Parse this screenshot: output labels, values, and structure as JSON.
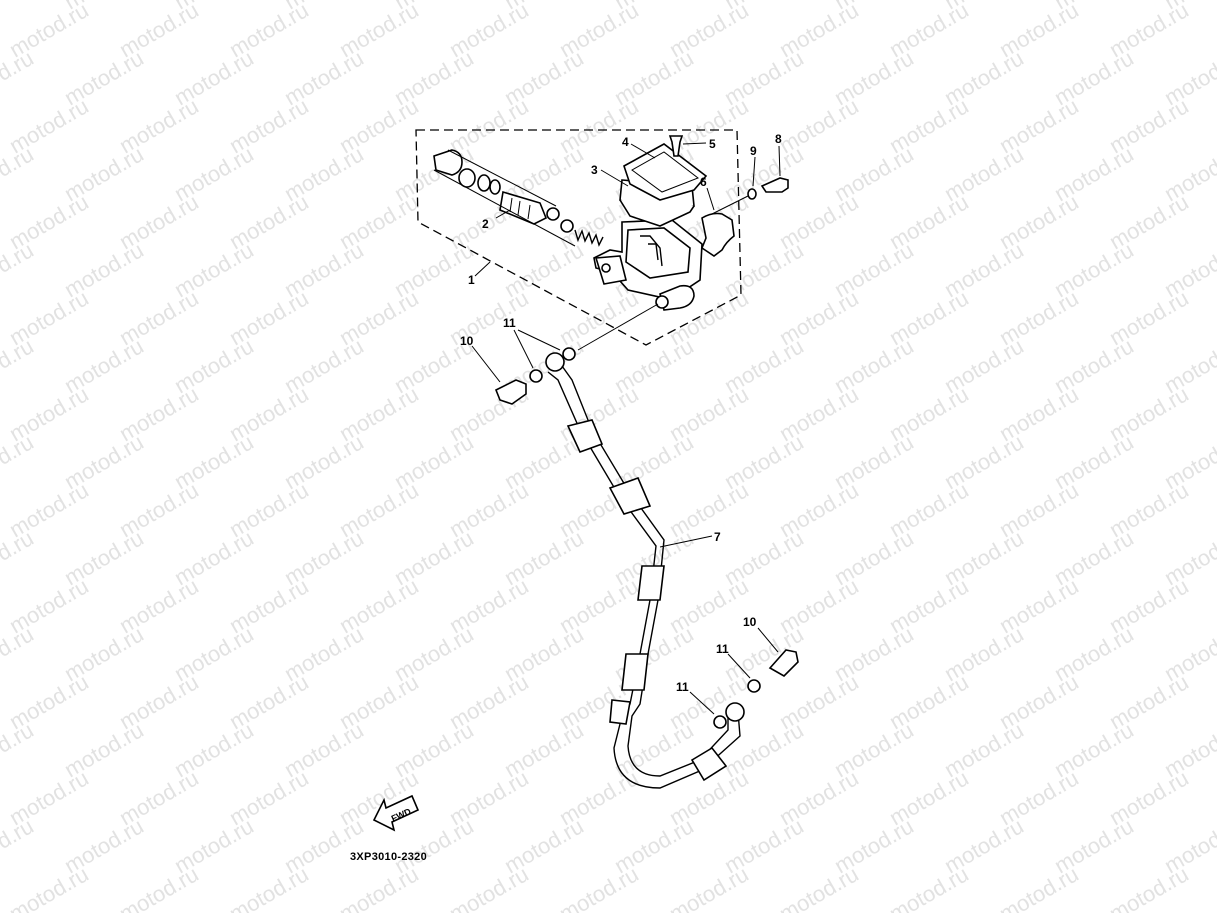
{
  "watermark": {
    "text": "motod.ru",
    "color": "#e2e2e2"
  },
  "diagram": {
    "code": "3XP3010-2320",
    "fwd_label": "FWD",
    "callouts": {
      "c1": "1",
      "c2": "2",
      "c3": "3",
      "c4": "4",
      "c5": "5",
      "c6": "6",
      "c7": "7",
      "c8": "8",
      "c9": "9",
      "c10a": "10",
      "c10b": "10",
      "c11a": "11",
      "c11b": "11",
      "c11c": "11"
    }
  }
}
